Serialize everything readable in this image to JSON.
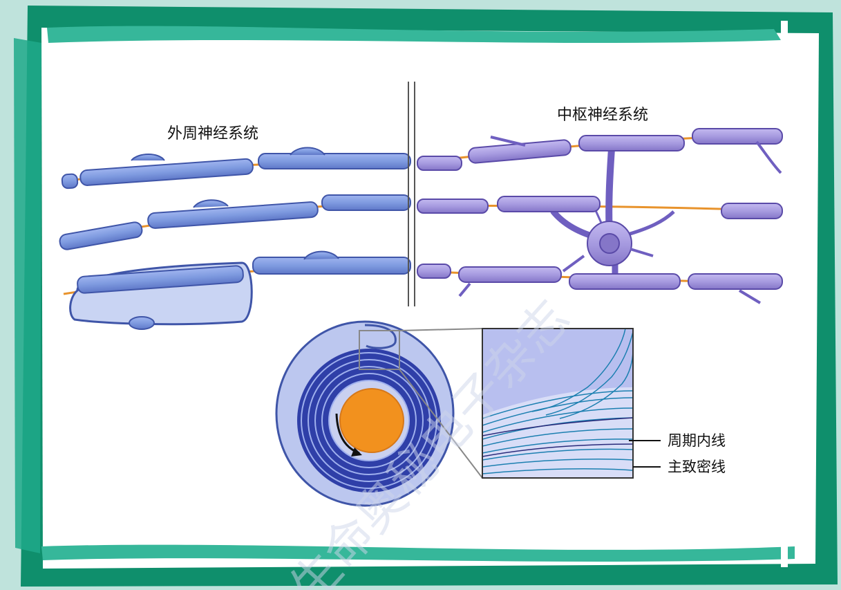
{
  "labels": {
    "pns": "外周神经系统",
    "cns": "中枢神经系统",
    "inner_period_line": "周期内线",
    "major_dense_line": "主致密线"
  },
  "watermark": "生命奥秘电子杂志",
  "colors": {
    "pns_myelin": "#7f9be0",
    "pns_outline": "#3f55a8",
    "cns_myelin": "#a79be0",
    "cns_outline": "#5a4aa8",
    "axon": "#e8932c",
    "frame": "#0f8f6c",
    "spiral_dark": "#2f3fa8",
    "nucleus": "#f2911e"
  }
}
